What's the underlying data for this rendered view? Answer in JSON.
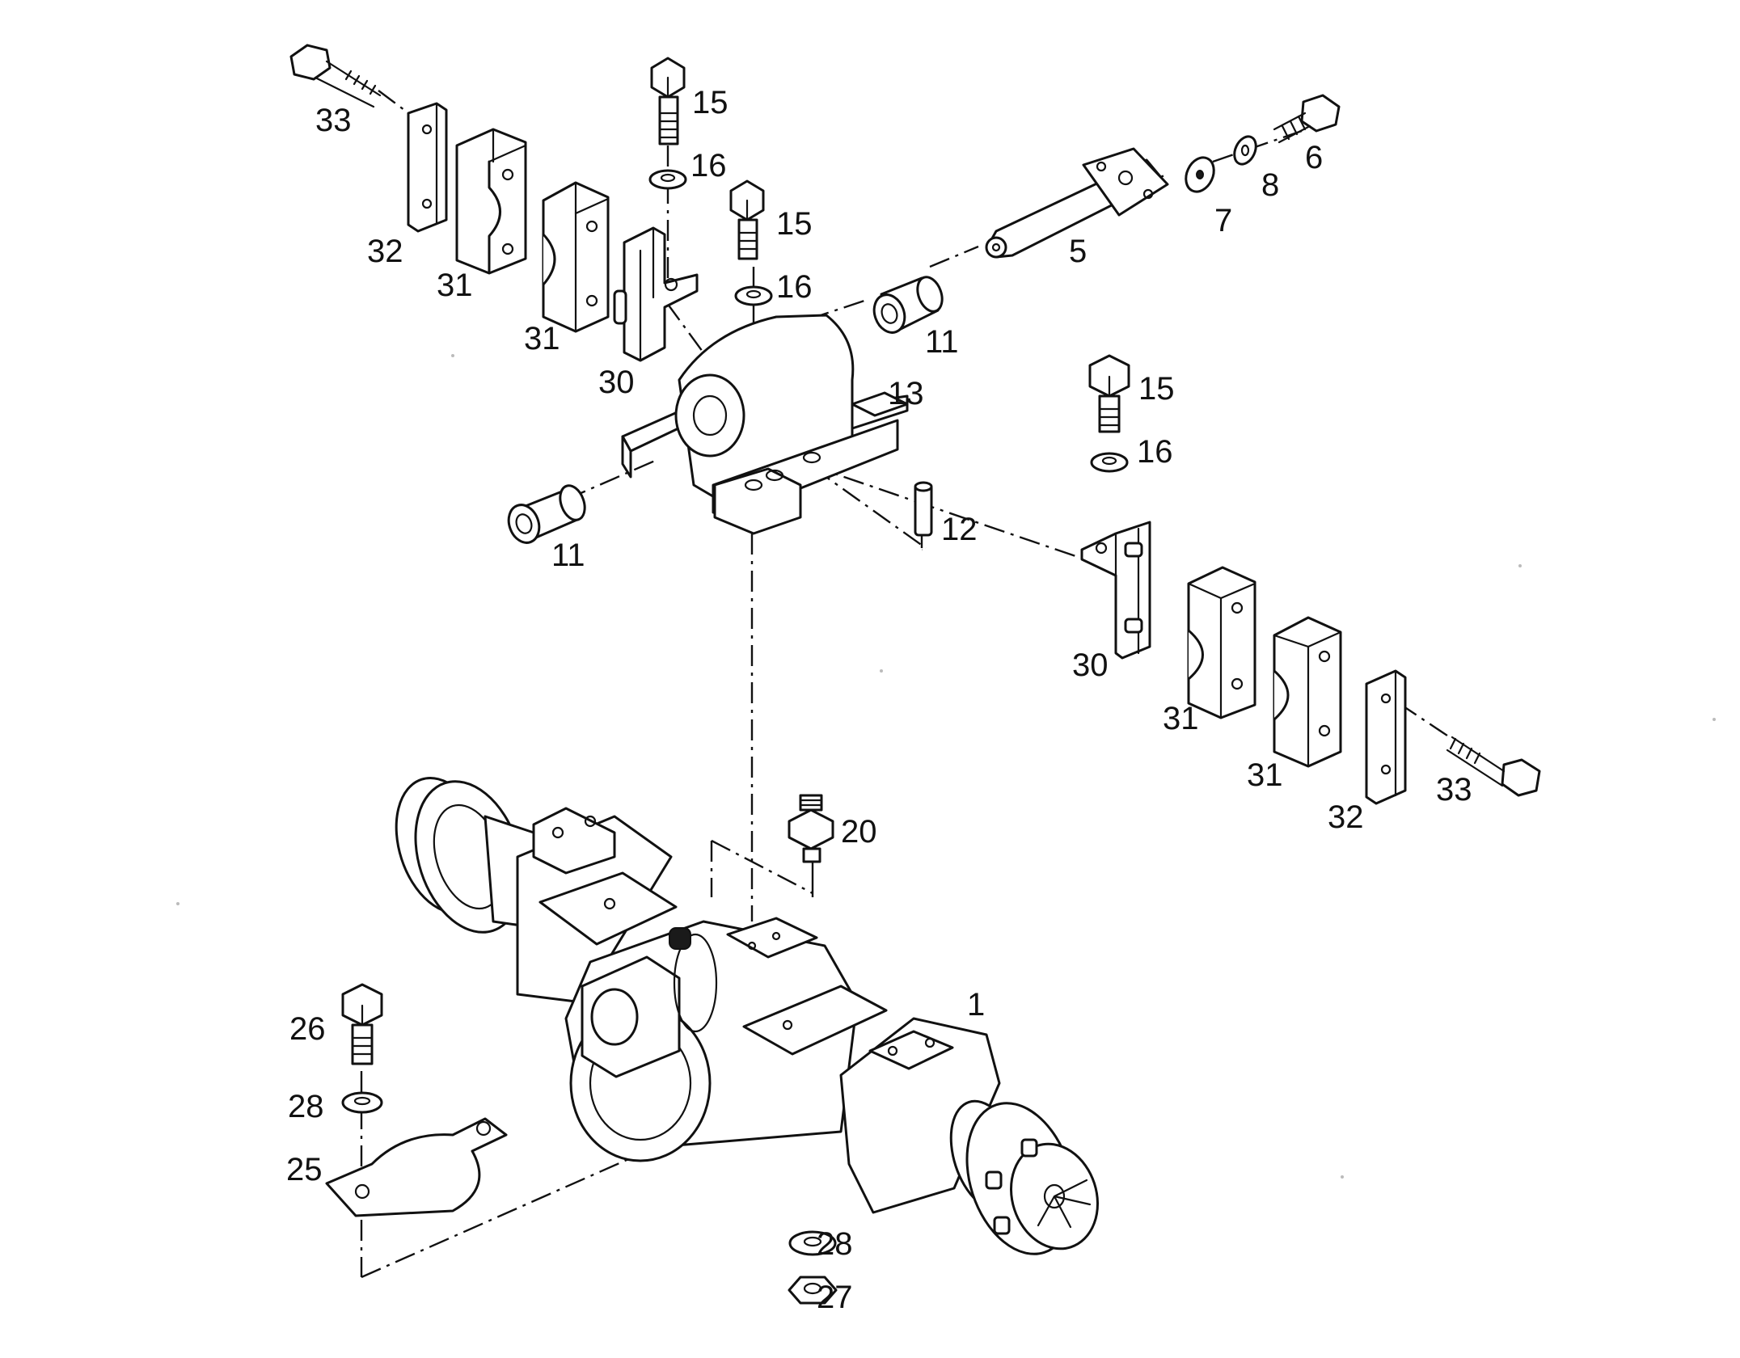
{
  "callouts": {
    "c33a": "33",
    "c32a": "32",
    "c31a": "31",
    "c31b": "31",
    "c30a": "30",
    "c15a": "15",
    "c16a": "16",
    "c15b": "15",
    "c16b": "16",
    "c5": "5",
    "c7": "7",
    "c8": "8",
    "c6": "6",
    "c11a": "11",
    "c11b": "11",
    "c13": "13",
    "c12": "12",
    "c15c": "15",
    "c16c": "16",
    "c30b": "30",
    "c31c": "31",
    "c31d": "31",
    "c32b": "32",
    "c33b": "33",
    "c20": "20",
    "c1": "1",
    "c26": "26",
    "c28a": "28",
    "c25": "25",
    "c28b": "28",
    "c27": "27"
  },
  "colors": {
    "ink": "#111111",
    "paper": "#ffffff"
  }
}
